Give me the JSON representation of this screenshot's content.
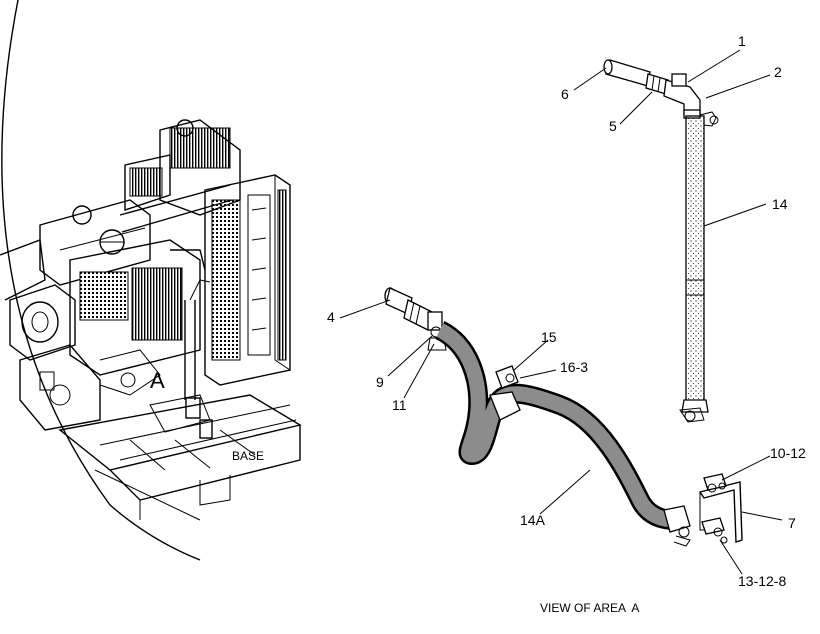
{
  "diagram": {
    "callouts": [
      {
        "id": "c1",
        "text": "1"
      },
      {
        "id": "c2",
        "text": "2"
      },
      {
        "id": "c6",
        "text": "6"
      },
      {
        "id": "c5",
        "text": "5"
      },
      {
        "id": "c14",
        "text": "14"
      },
      {
        "id": "c4",
        "text": "4"
      },
      {
        "id": "c15",
        "text": "15"
      },
      {
        "id": "c163",
        "text": "16-3"
      },
      {
        "id": "c9",
        "text": "9"
      },
      {
        "id": "c11",
        "text": "11"
      },
      {
        "id": "c1012",
        "text": "10-12"
      },
      {
        "id": "c7",
        "text": "7"
      },
      {
        "id": "c14a",
        "text": "14A"
      },
      {
        "id": "c13128",
        "text": "13-12-8"
      }
    ],
    "area_marker": "A",
    "base_label": "BASE",
    "caption": "VIEW OF AREA  A"
  }
}
